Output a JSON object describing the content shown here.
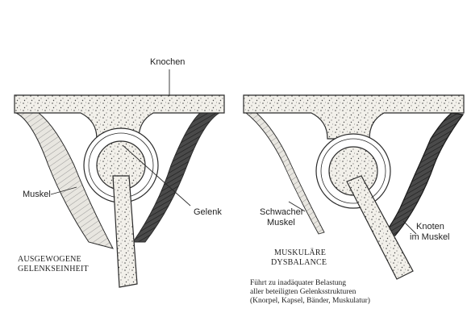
{
  "labels": {
    "bone": "Knochen",
    "muscle": "Muskel",
    "joint": "Gelenk",
    "weak_muscle_line1": "Schwacher",
    "weak_muscle_line2": "Muskel",
    "knot_line1": "Knoten",
    "knot_line2": "im Muskel"
  },
  "captions": {
    "left_line1": "AUSGEWOGENE",
    "left_line2": "GELENKSEINHEIT",
    "right_line1": "MUSKULÄRE",
    "right_line2": "DYSBALANCE",
    "note_line1": "Führt zu inadäquater Belastung",
    "note_line2": "aller beteiligten Gelenksstrukturen",
    "note_line3": "(Knorpel, Kapsel, Bänder, Muskulatur)"
  },
  "palette": {
    "ink": "#2a2a2a",
    "bone_fill": "#f2f0ea",
    "muscle_dark": "#3a3a3a",
    "paper": "#ffffff"
  }
}
